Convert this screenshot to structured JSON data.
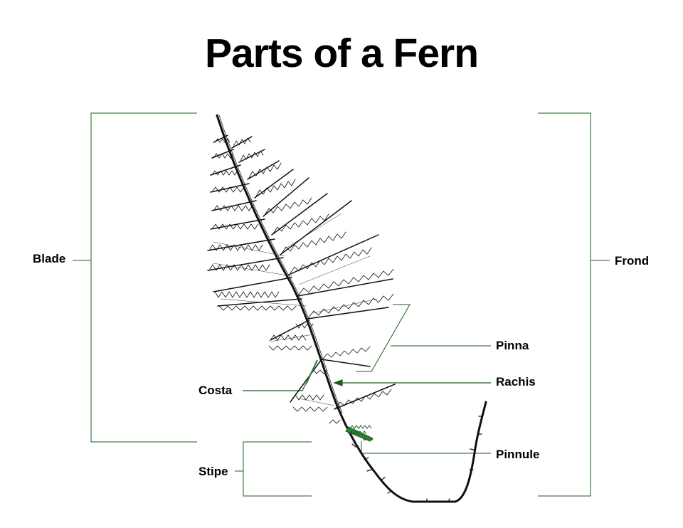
{
  "title": "Parts of a Fern",
  "labels": {
    "blade": "Blade",
    "frond": "Frond",
    "pinna": "Pinna",
    "rachis": "Rachis",
    "costa": "Costa",
    "pinnule": "Pinnule",
    "stipe": "Stipe"
  },
  "colors": {
    "leader_lines": "#1a5c1a",
    "pinnule_highlight": "#2e7d32",
    "illustration": "#111111"
  }
}
